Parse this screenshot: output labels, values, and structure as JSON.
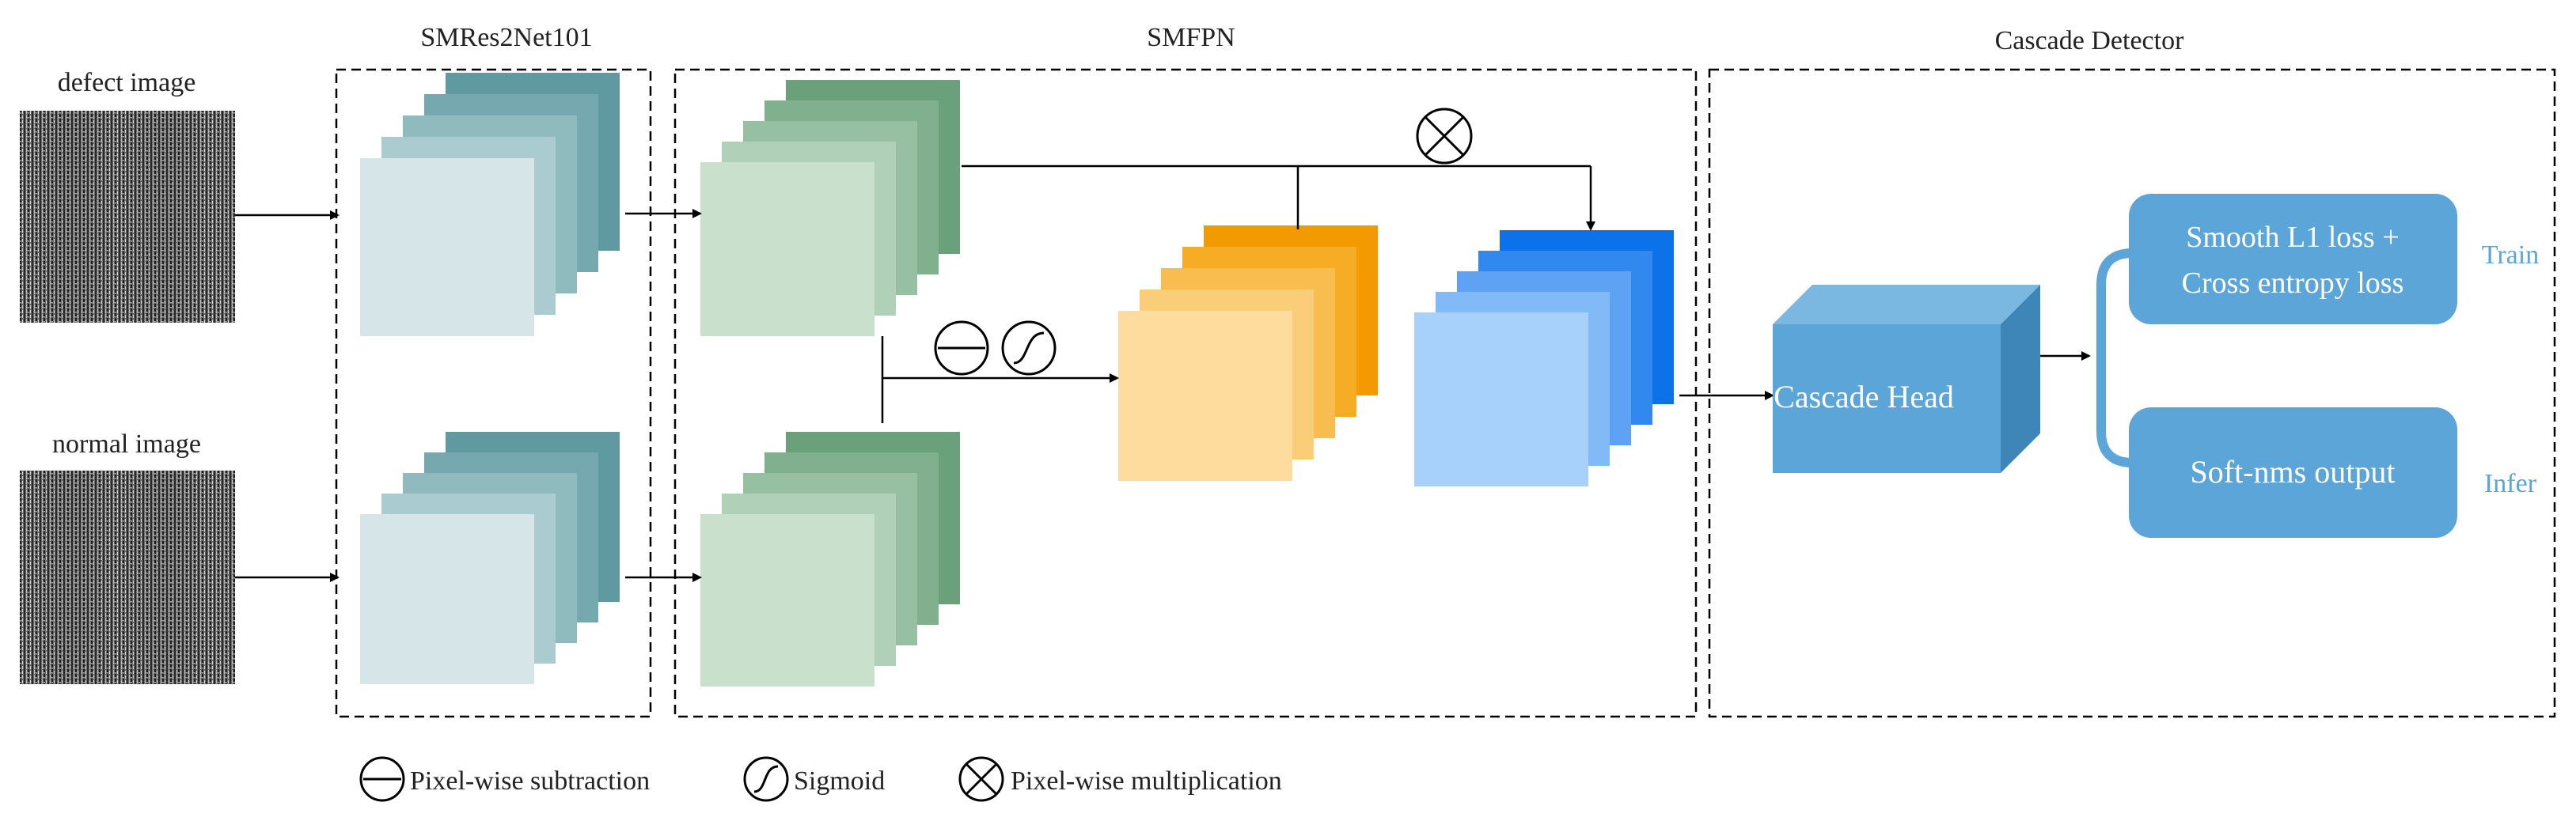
{
  "inputs": {
    "defect_label": "defect image",
    "normal_label": "normal image"
  },
  "sections": {
    "backbone_title": "SMRes2Net101",
    "fpn_title": "SMFPN",
    "detector_title": "Cascade Detector"
  },
  "detector": {
    "head_label": "Cascade Head",
    "train_box_line1": "Smooth L1 loss +",
    "train_box_line2": "Cross entropy loss",
    "infer_box_label": "Soft-nms output",
    "train_tag": "Train",
    "infer_tag": "Infer"
  },
  "legend": {
    "subtraction": "Pixel-wise subtraction",
    "sigmoid": "Sigmoid",
    "multiplication": "Pixel-wise multiplication"
  },
  "colors": {
    "teal_stack": [
      "#5f9aa1",
      "#76a9af",
      "#8fbabe",
      "#aaccd0",
      "#d6e5e7"
    ],
    "green_stack": [
      "#6aa07a",
      "#80b08d",
      "#97c0a2",
      "#b0d0b7",
      "#c9e0cd"
    ],
    "orange_stack": [
      "#f39a00",
      "#f6ac25",
      "#f8bd4e",
      "#facd79",
      "#fddc9e"
    ],
    "blue_stack": [
      "#0b72ea",
      "#3188ef",
      "#5ea2f4",
      "#82b9f7",
      "#a7d0fb"
    ],
    "detector_blue": "#5ba5d8",
    "tag_blue": "#5ba5d8"
  }
}
